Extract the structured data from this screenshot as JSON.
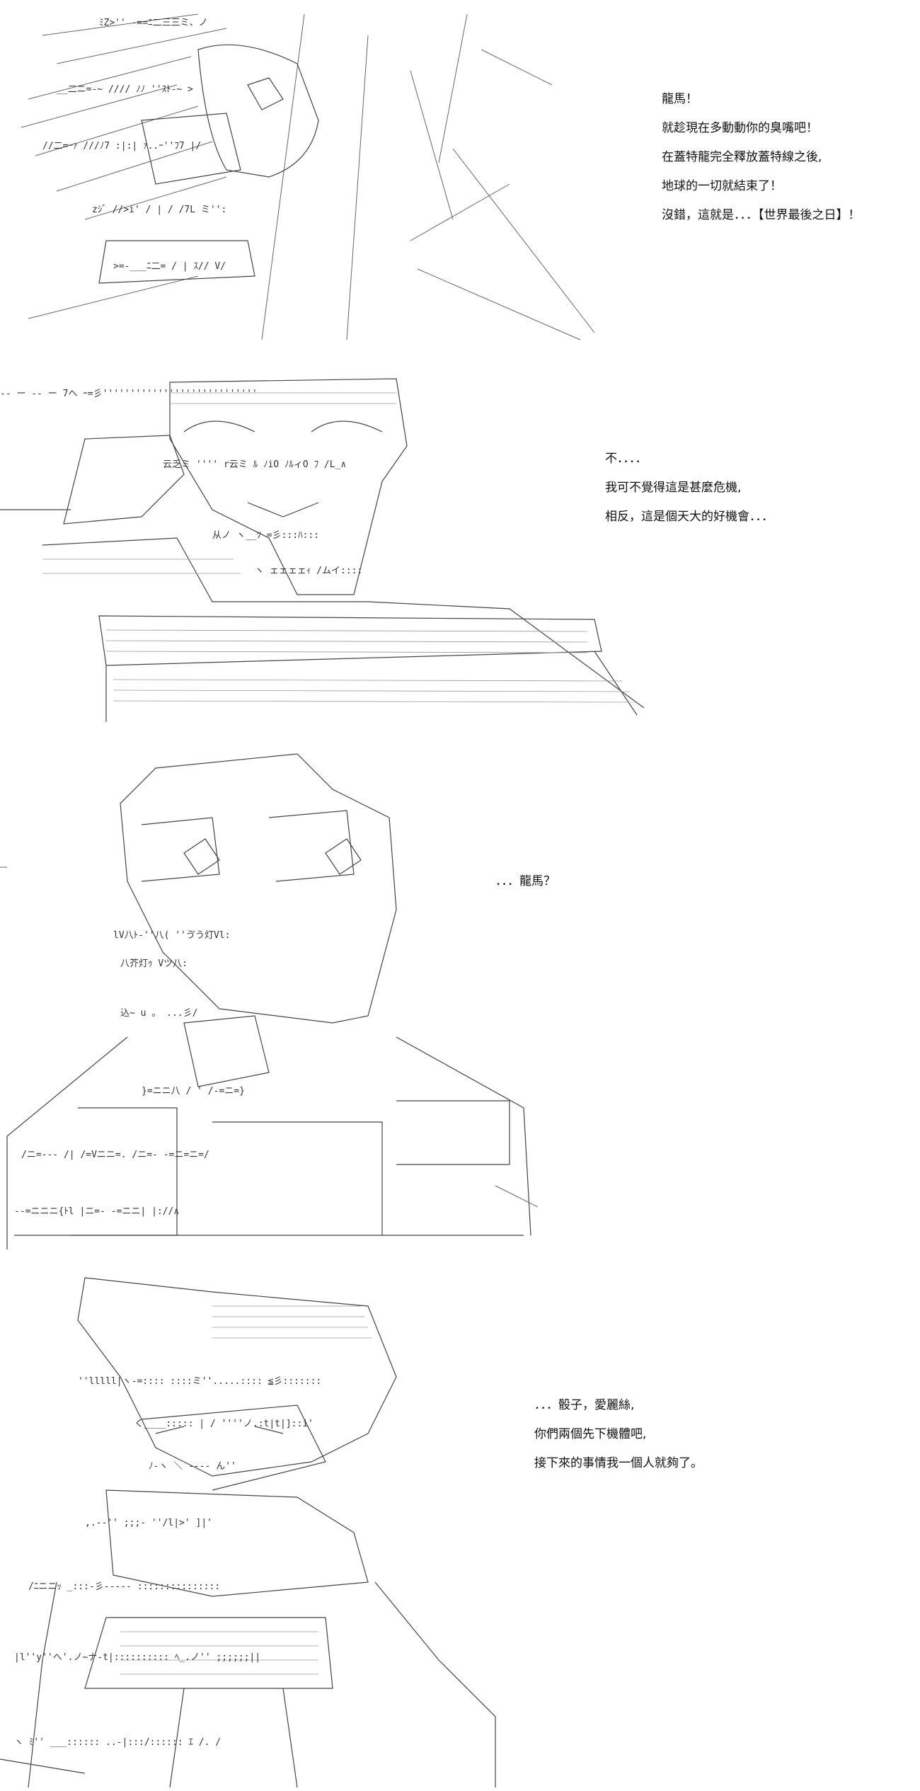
{
  "panels": [
    {
      "lines": [
        "龍馬！",
        "就趁現在多動動你的臭嘴吧！",
        "在蓋特龍完全釋放蓋特線之後,",
        "地球的一切就結束了！",
        "沒錯，這就是．．．【世界最後之日】！"
      ]
    },
    {
      "lines": [
        "不．．．．",
        "我可不覺得這是甚麼危機,",
        "相反，這是個天大的好機會．．．"
      ]
    },
    {
      "lines": [
        "．．．龍馬？"
      ]
    },
    {
      "lines": [
        "．．．骰子，愛麗絲,",
        "你們兩個先下機體吧,",
        "接下來的事情我一個人就夠了。"
      ]
    }
  ]
}
